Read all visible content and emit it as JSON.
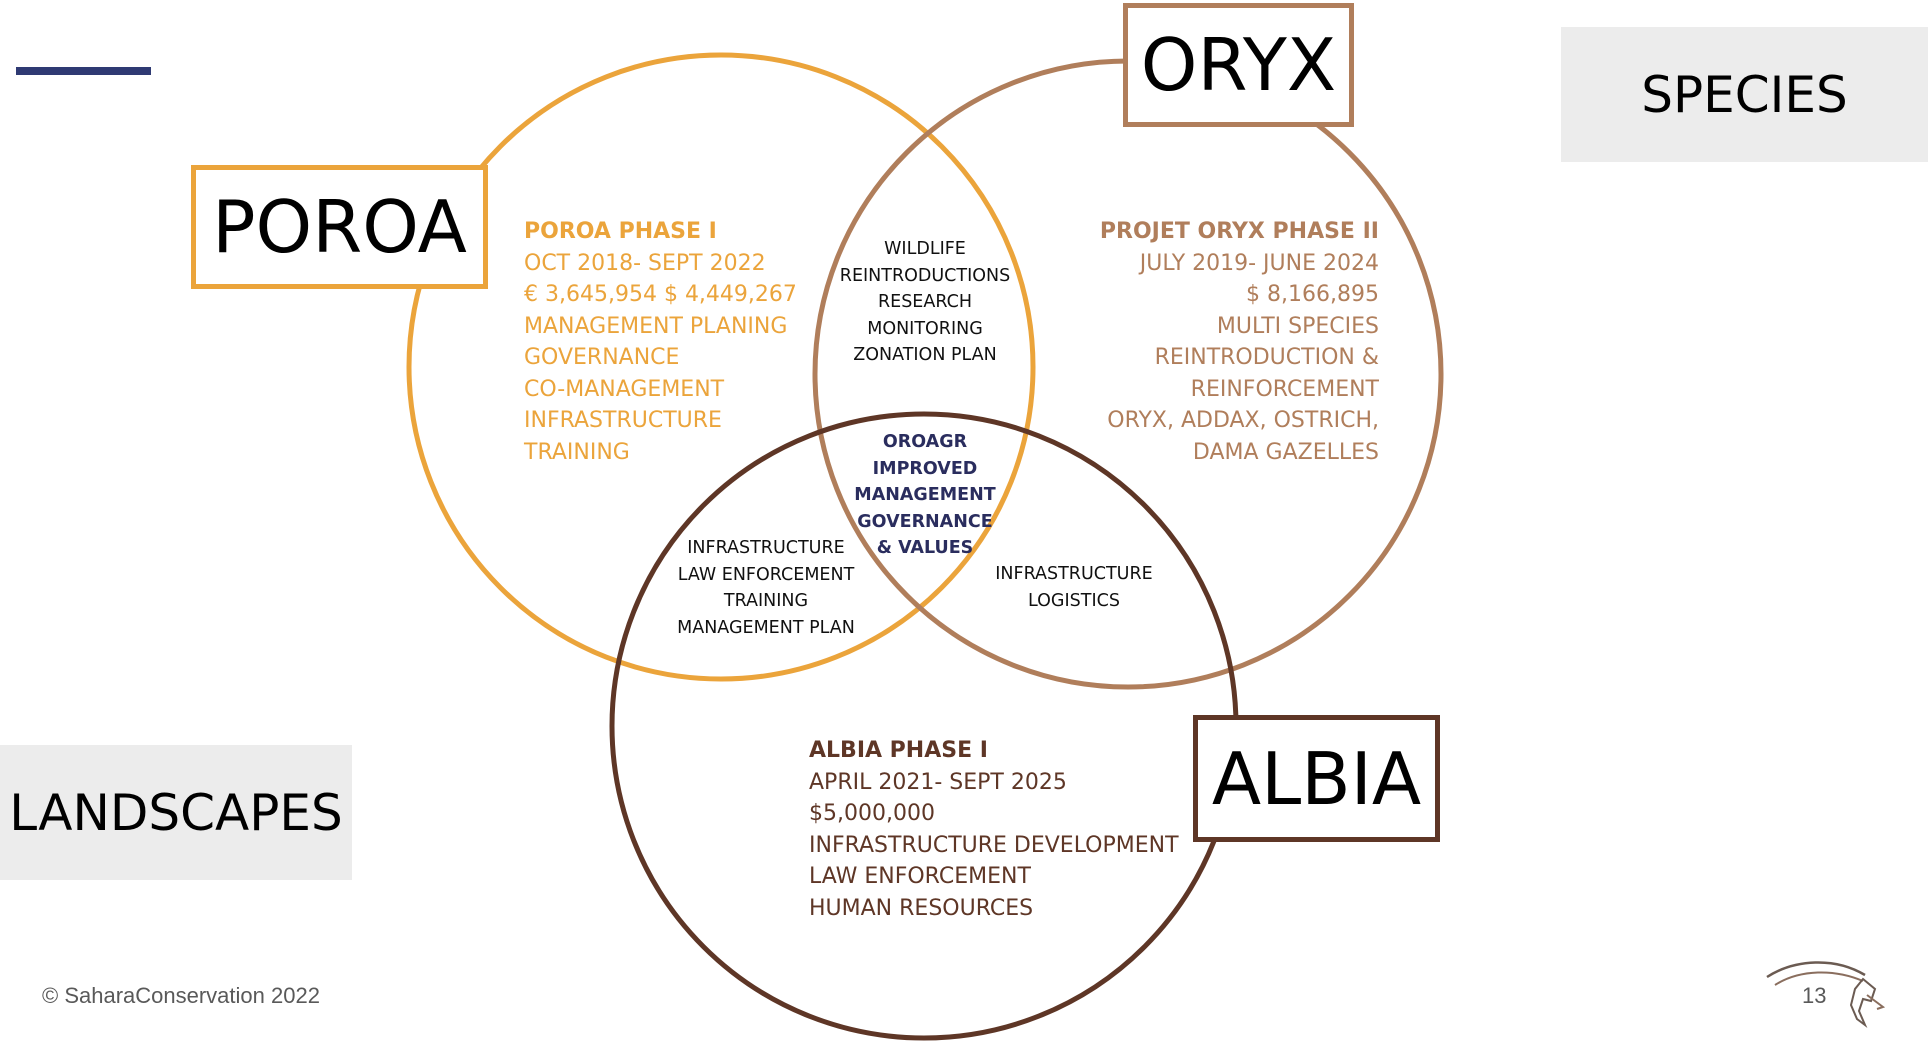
{
  "colors": {
    "poroa": "#eba43b",
    "oryx": "#b07e5b",
    "albia": "#5e3626",
    "center_text": "#2a2d5e",
    "accent_bar": "#2f3a73",
    "tag_bg": "#ececec",
    "footer_text": "#595959"
  },
  "labels": {
    "poroa": "POROA",
    "oryx": "ORYX",
    "albia": "ALBIA",
    "species": "SPECIES",
    "landscapes": "LANDSCAPES"
  },
  "poroa_block": {
    "heading": "POROA PHASE I",
    "lines": [
      "OCT 2018- SEPT 2022",
      "€ 3,645,954 $ 4,449,267",
      "MANAGEMENT PLANING",
      "GOVERNANCE",
      "CO-MANAGEMENT",
      "INFRASTRUCTURE",
      "TRAINING"
    ]
  },
  "oryx_block": {
    "heading": "PROJET ORYX PHASE II",
    "lines": [
      "JULY 2019- JUNE 2024",
      "$ 8,166,895",
      "MULTI SPECIES",
      "REINTRODUCTION &",
      "REINFORCEMENT",
      "ORYX, ADDAX,  OSTRICH,",
      "DAMA GAZELLES"
    ]
  },
  "albia_block": {
    "heading": "ALBIA PHASE I",
    "lines": [
      "APRIL 2021- SEPT 2025",
      "$5,000,000",
      "INFRASTRUCTURE DEVELOPMENT",
      "LAW ENFORCEMENT",
      "HUMAN RESOURCES"
    ]
  },
  "overlap_poroa_oryx": [
    "WILDLIFE",
    "REINTRODUCTIONS",
    "RESEARCH",
    "MONITORING",
    "ZONATION PLAN"
  ],
  "overlap_poroa_albia": [
    "INFRASTRUCTURE",
    "LAW ENFORCEMENT",
    "TRAINING",
    "MANAGEMENT PLAN"
  ],
  "overlap_oryx_albia": [
    "INFRASTRUCTURE",
    "LOGISTICS"
  ],
  "overlap_all": [
    "OROAGR",
    "IMPROVED",
    "MANAGEMENT",
    "GOVERNANCE",
    "& VALUES"
  ],
  "footer": {
    "copyright": "© SaharaConservation 2022",
    "page_number": "13"
  },
  "logo_icon": "oryx-logo-icon"
}
